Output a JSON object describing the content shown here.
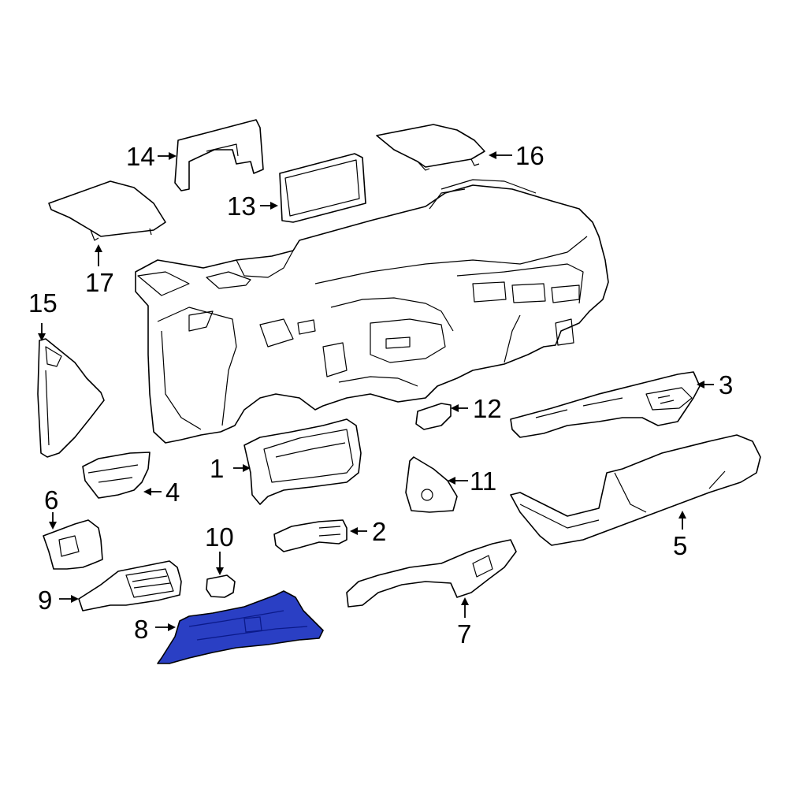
{
  "colors": {
    "highlight": "#2a3fc4",
    "line": "#000000",
    "background": "#ffffff"
  },
  "highlighted_part": "8",
  "callouts": {
    "p1": "1",
    "p2": "2",
    "p3": "3",
    "p4": "4",
    "p5": "5",
    "p6": "6",
    "p7": "7",
    "p8": "8",
    "p9": "9",
    "p10": "10",
    "p11": "11",
    "p12": "12",
    "p13": "13",
    "p14": "14",
    "p15": "15",
    "p16": "16",
    "p17": "17"
  }
}
